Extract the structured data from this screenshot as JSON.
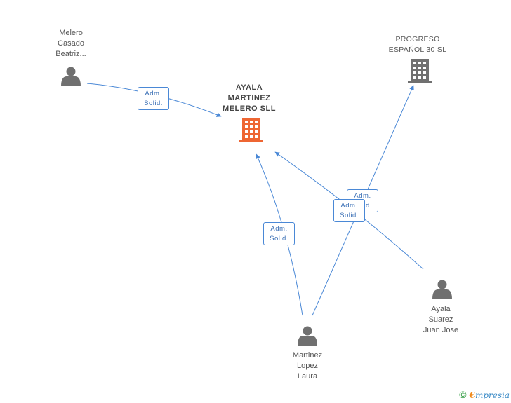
{
  "colors": {
    "edge": "#4a88d6",
    "person_icon": "#707070",
    "company_icon": "#707070",
    "focus_company_icon": "#ee6633"
  },
  "nodes": {
    "person_melero": {
      "lines": [
        "Melero",
        "Casado",
        "Beatriz..."
      ],
      "icon": "person-icon"
    },
    "company_main": {
      "lines": [
        "AYALA",
        "MARTINEZ",
        "MELERO  SLL"
      ],
      "icon": "building-icon"
    },
    "company_progreso": {
      "lines": [
        "PROGRESO",
        "ESPAÑOL 30 SL"
      ],
      "icon": "building-icon"
    },
    "person_ayala": {
      "lines": [
        "Ayala",
        "Suarez",
        "Juan Jose"
      ],
      "icon": "person-icon"
    },
    "person_martinez": {
      "lines": [
        "Martinez",
        "Lopez",
        "Laura"
      ],
      "icon": "person-icon"
    }
  },
  "edges": [
    {
      "from": "Melero Casado Beatriz...",
      "to": "AYALA MARTINEZ MELERO SLL",
      "label": [
        "Adm.",
        "Solid."
      ]
    },
    {
      "from": "Martinez Lopez Laura",
      "to": "AYALA MARTINEZ MELERO SLL",
      "label": [
        "Adm.",
        "Solid."
      ]
    },
    {
      "from": "Ayala Suarez Juan Jose",
      "to": "AYALA MARTINEZ MELERO SLL",
      "label": [
        "Adm.",
        "Solid."
      ]
    },
    {
      "from": "Martinez Lopez Laura",
      "to": "PROGRESO ESPAÑOL 30 SL",
      "label": [
        "Adm.",
        "Solid."
      ]
    }
  ],
  "footer": {
    "copyright": "©",
    "brand_first": "€",
    "brand_rest": "mpresia"
  }
}
